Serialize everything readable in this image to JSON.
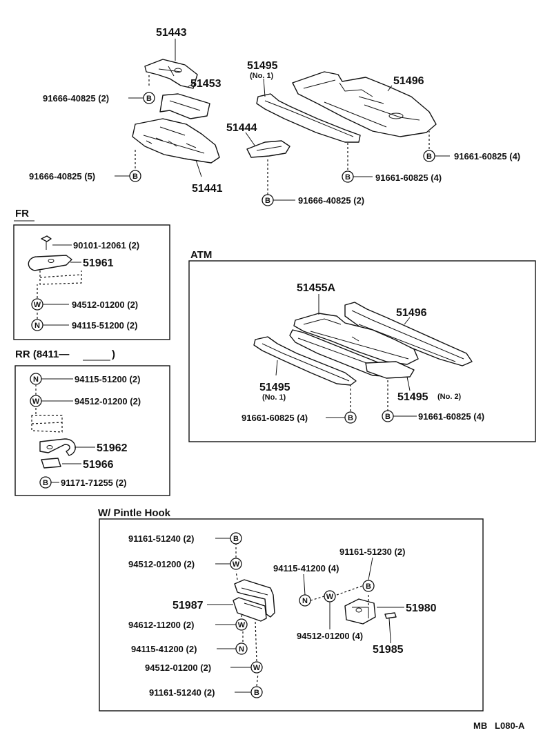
{
  "diagram": {
    "top": {
      "p51443": "51443",
      "p51453": "51453",
      "p51441": "51441",
      "p51444": "51444",
      "p51495": "51495",
      "p51495_note": "(No. 1)",
      "p51496": "51496",
      "b_91666_40825_2_top": "91666-40825 (2)",
      "b_91666_40825_5": "91666-40825 (5)",
      "b_91666_40825_2_bot": "91666-40825 (2)",
      "b_91661_60825_4_a": "91661-60825 (4)",
      "b_91661_60825_4_b": "91661-60825 (4)"
    },
    "fr": {
      "title": "FR",
      "bolt": "90101-12061 (2)",
      "hook": "51961",
      "washer": "94512-01200 (2)",
      "nut": "94115-51200 (2)"
    },
    "rr": {
      "title": "RR (8411—",
      "title_end": ")",
      "nut": "94115-51200 (2)",
      "washer": "94512-01200 (2)",
      "hook": "51962",
      "plate": "51966",
      "bolt": "91171-71255 (2)"
    },
    "atm": {
      "title": "ATM",
      "p51455a": "51455A",
      "p51496": "51496",
      "p51495_1": "51495",
      "p51495_1_note": "(No. 1)",
      "p51495_2": "51495",
      "p51495_2_note": "(No. 2)",
      "bolt_left": "91661-60825 (4)",
      "bolt_right": "91661-60825 (4)"
    },
    "pintle": {
      "title": "W/ Pintle Hook",
      "bolt_top": "91161-51240 (2)",
      "washer_top": "94512-01200 (2)",
      "bracket": "51987",
      "washer_mid": "94612-11200 (2)",
      "nut_mid": "94115-41200 (2)",
      "washer_low": "94512-01200 (2)",
      "bolt_bottom": "91161-51240 (2)",
      "bolt_right": "91161-51230 (2)",
      "nut_right": "94115-41200 (4)",
      "washer_right": "94512-01200 (4)",
      "hook": "51980",
      "pin": "51985"
    },
    "symbols": {
      "bolt": "B",
      "washer": "W",
      "nut": "N"
    },
    "footer": "MB   L080-A"
  }
}
